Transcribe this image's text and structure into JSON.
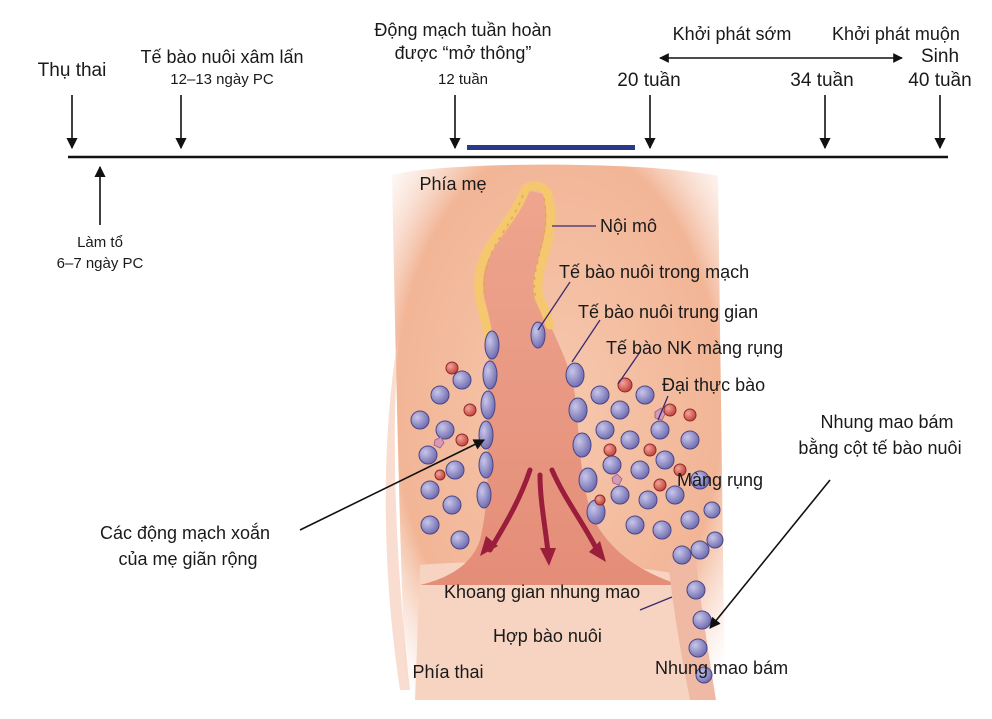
{
  "timeline": {
    "conception": "Thụ thai",
    "invasion_title": "Tế bào nuôi xâm lấn",
    "invasion_time": "12–13 ngày PC",
    "open_title_1": "Động mạch tuần hoàn",
    "open_title_2": "được “mở thông”",
    "open_time": "12 tuần",
    "week20": "20 tuần",
    "early_onset": "Khởi phát sớm",
    "late_onset": "Khởi phát muộn",
    "week34": "34 tuần",
    "birth": "Sinh",
    "week40": "40 tuần",
    "implant_title": "Làm tổ",
    "implant_time": "6–7 ngày PC"
  },
  "diagram": {
    "maternal_side": "Phía mẹ",
    "fetal_side": "Phía thai",
    "endothelium": "Nội mô",
    "endovascular_trophoblast": "Tế bào nuôi trong mạch",
    "interstitial_trophoblast": "Tế bào nuôi trung gian",
    "decidual_nk": "Tế bào NK màng rụng",
    "macrophage": "Đại thực bào",
    "anchoring_villus_column_1": "Nhung mao bám",
    "anchoring_villus_column_2": "bằng cột tế bào nuôi",
    "decidua": "Màng rụng",
    "spiral_artery_1": "Các động mạch xoắn",
    "spiral_artery_2": "của mẹ giãn rộng",
    "intervillous_space": "Khoang gian nhung mao",
    "syncytiotrophoblast": "Hợp bào nuôi",
    "anchoring_villus": "Nhung mao bám"
  },
  "colors": {
    "tissue": "#f2b89a",
    "artery": "#e8907a",
    "endothelium": "#f5c870",
    "trophoblast": "#8c88c4",
    "nk_cell": "#d8554a",
    "flow_arrow": "#9a1e3c",
    "open_bar": "#2a3a8a"
  }
}
